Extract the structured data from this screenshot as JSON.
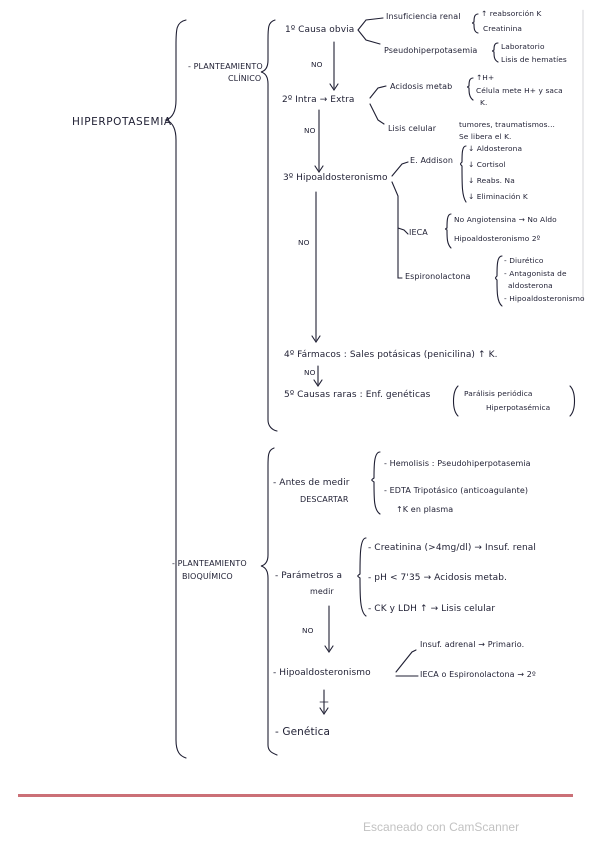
{
  "title": "HIPERPOTASEMIA",
  "clinico": {
    "heading_line1": "- PLANTEAMIENTO",
    "heading_line2": "CLÍNICO",
    "step1": "1º Causa obvia",
    "step1_a": "Insuficiencia renal",
    "step1_a1": "↑ reabsorción K",
    "step1_a2": "Creatinina",
    "step1_b": "Pseudohiperpotasemia",
    "step1_b1": "Laboratorio",
    "step1_b2": "Lisis de hematíes",
    "no1": "NO",
    "step2": "2º Intra → Extra",
    "step2_a": "Acidosis metab",
    "step2_a1": "↑H+",
    "step2_a2": "Célula mete H+ y saca",
    "step2_a3": "K.",
    "step2_b": "Lisis celular",
    "step2_b1": "tumores, traumatismos...",
    "step2_b2": "Se libera el K.",
    "no2": "NO",
    "step3": "3º Hipoaldosteronismo",
    "addison": "E. Addison",
    "addison_1": "↓ Aldosterona",
    "addison_2": "↓ Cortisol",
    "addison_3": "↓ Reabs. Na",
    "addison_4": "↓ Eliminación K",
    "ieca": "IECA",
    "ieca_1": "No Angiotensina → No Aldo",
    "ieca_2": "Hipoaldosteronismo 2º",
    "espiro": "Espironolactona",
    "espiro_1": "- Diurético",
    "espiro_2": "- Antagonista de",
    "espiro_3": "aldosterona",
    "espiro_4": "- Hipoaldosteronismo",
    "no3": "NO",
    "step4": "4º Fármacos : Sales potásicas (penicilina) ↑ K.",
    "no4": "NO",
    "step5": "5º Causas raras : Enf. genéticas",
    "step5_1": "Parálisis periódica",
    "step5_2": "Hiperpotasémica"
  },
  "bioquimico": {
    "heading_line1": "- PLANTEAMIENTO",
    "heading_line2": "BIOQUÍMICO",
    "antes_line1": "- Antes de medir",
    "antes_line2": "DESCARTAR",
    "antes_1": "- Hemolisis : Pseudohiperpotasemia",
    "antes_2": "- EDTA Tripotásico (anticoagulante)",
    "antes_3": "↑K en plasma",
    "param_line1": "- Parámetros a",
    "param_line2": "medir",
    "param_1": "- Creatinina (>4mg/dl) → Insuf. renal",
    "param_2": "- pH < 7'35 → Acidosis metab.",
    "param_3": "- CK y LDH ↑ → Lisis celular",
    "no5": "NO",
    "hipo": "- Hipoaldosteronismo",
    "hipo_1": "Insuf. adrenal → Primario.",
    "hipo_2": "IECA o Espironolactona → 2º",
    "genetica": "- Genética"
  },
  "footer": "Escaneado con CamScanner"
}
